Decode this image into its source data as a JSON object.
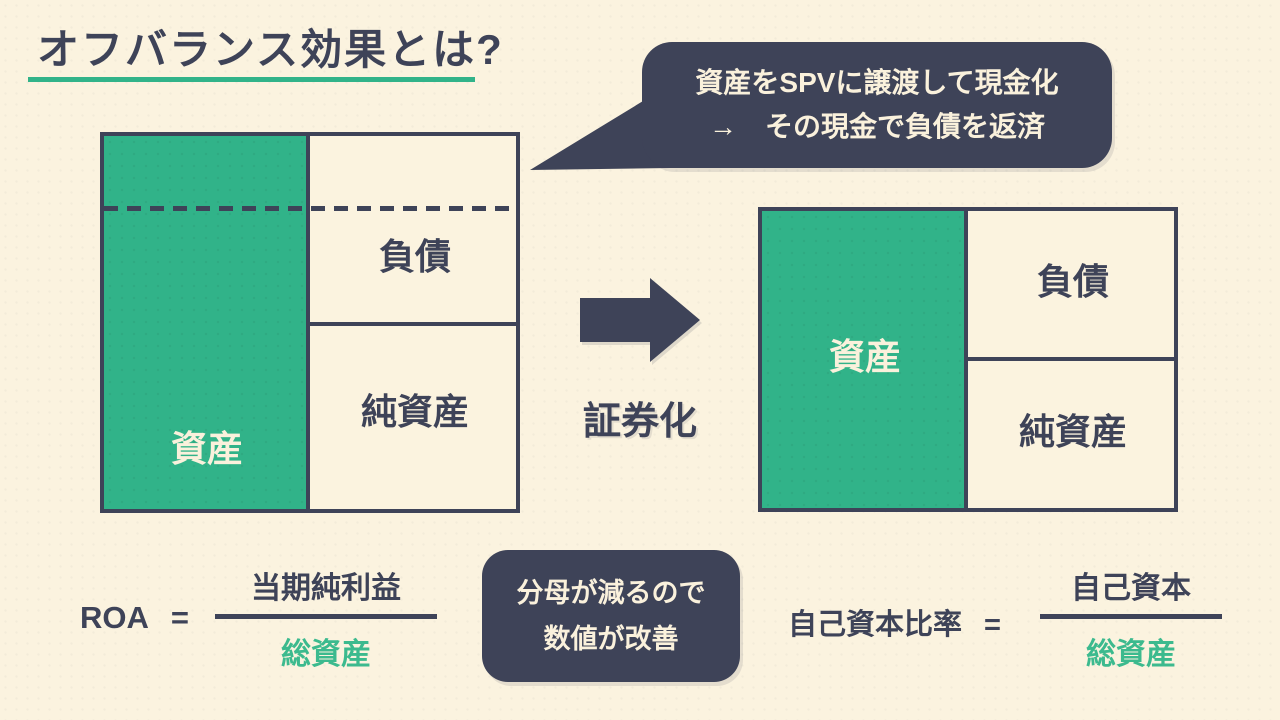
{
  "title": {
    "text": "オフバランス効果とは?"
  },
  "speech_bubble": {
    "line1": "資産をSPVに譲渡して現金化",
    "line2": "→　その現金で負債を返済"
  },
  "balance_sheet_before": {
    "asset_label": "資産",
    "liability_label": "負債",
    "net_asset_label": "純資産"
  },
  "securitization_arrow": {
    "label": "証券化"
  },
  "balance_sheet_after": {
    "asset_label": "資産",
    "liability_label": "負債",
    "net_asset_label": "純資産"
  },
  "roa_formula": {
    "label": "ROA",
    "equals": "=",
    "numerator": "当期純利益",
    "denominator": "総資産"
  },
  "note_box": {
    "line1": "分母が減るので",
    "line2": "数値が改善"
  },
  "equity_ratio_formula": {
    "label": "自己資本比率",
    "equals": "=",
    "numerator": "自己資本",
    "denominator": "総資産"
  },
  "colors": {
    "background_cream": "#FBF3DF",
    "dark_navy": "#3E4358",
    "accent_green": "#31B389",
    "green_text": "#3CBA8E",
    "cream_text": "#FAF1DC"
  }
}
